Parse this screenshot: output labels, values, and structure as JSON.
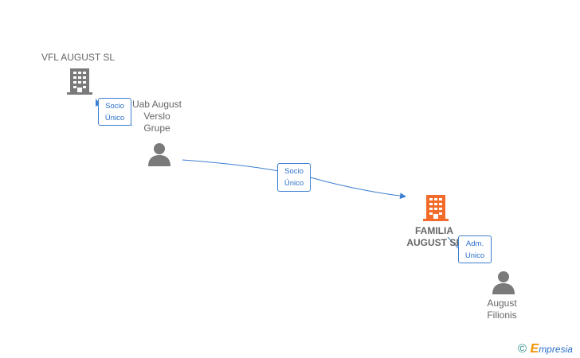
{
  "nodes": {
    "vfl": {
      "name": "VFL AUGUST  SL"
    },
    "uab": {
      "line1": "Uab August",
      "line2": "Verslo",
      "line3": "Grupe"
    },
    "familia": {
      "line1": "FAMILIA",
      "line2": "AUGUST  SL"
    },
    "filionis": {
      "line1": "August",
      "line2": "Filionis"
    }
  },
  "relations": {
    "r1": {
      "line1": "Socio",
      "line2": "Único"
    },
    "r2": {
      "line1": "Socio",
      "line2": "Único"
    },
    "r3": {
      "line1": "Adm.",
      "line2": "Unico"
    }
  },
  "brand": {
    "copyright": "©",
    "first_letter": "E",
    "rest": "mpresia"
  },
  "colors": {
    "company_gray": "#7a7a7a",
    "company_highlight": "#f26b2a",
    "person_gray": "#7a7a7a",
    "edge_blue": "#3d7fd1"
  },
  "icons": {
    "company": "building-icon",
    "person": "person-icon"
  }
}
